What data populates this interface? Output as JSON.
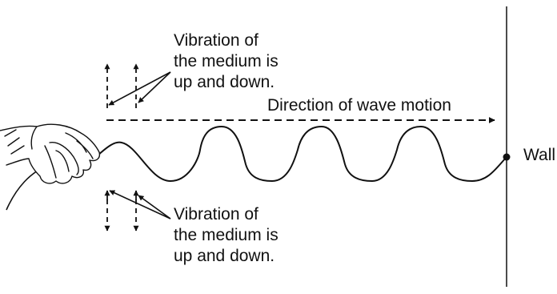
{
  "labels": {
    "top_vibration": [
      "Vibration of",
      "the medium is",
      "up and down."
    ],
    "bottom_vibration": [
      "Vibration of",
      "the medium is",
      "up and down."
    ],
    "direction": "Direction of wave motion",
    "wall": "Wall"
  },
  "colors": {
    "ink": "#111111",
    "background": "#ffffff"
  },
  "icons": {
    "hand": "hand-icon"
  }
}
